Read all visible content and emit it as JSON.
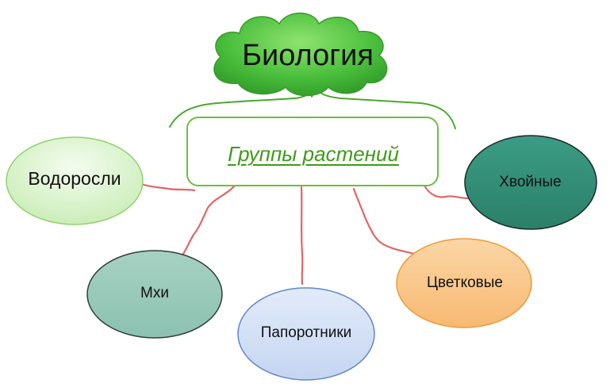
{
  "title": "Биология",
  "center": "Группы растений",
  "groups": [
    {
      "label": "Водоросли"
    },
    {
      "label": "Мхи"
    },
    {
      "label": "Папоротники"
    },
    {
      "label": "Цветковые"
    },
    {
      "label": "Хвойные"
    }
  ],
  "colors": {
    "cloud": "#4bbf3d",
    "center_border": "#6abf3f",
    "center_text": "#3f9a1b",
    "connector": "#e06666",
    "vodorosli": "#d9f2c9",
    "mhi": "#9ccbbb",
    "paporotniki": "#d3e0f5",
    "cvetkovye": "#f9c98b",
    "hvoynye": "#35907a"
  }
}
